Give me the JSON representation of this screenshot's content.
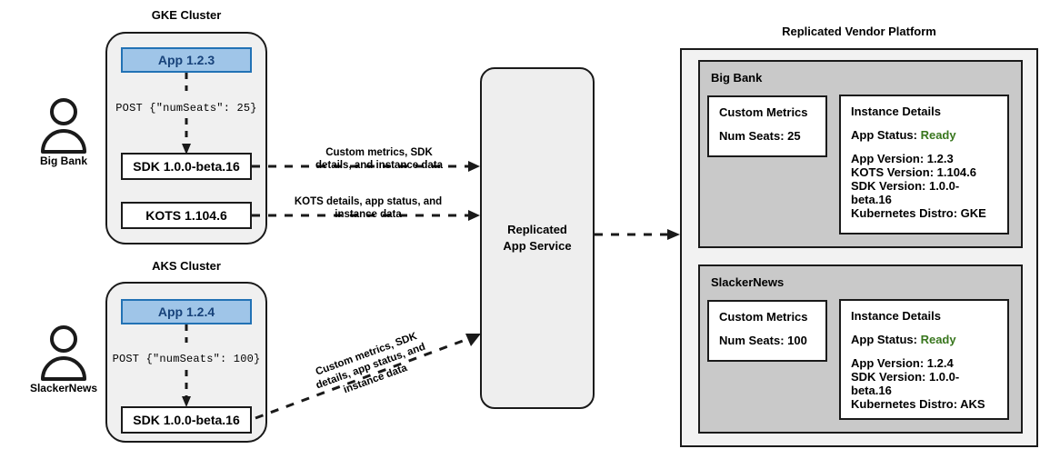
{
  "actors": [
    {
      "name": "Big Bank",
      "icon": "person-icon"
    },
    {
      "name": "SlackerNews",
      "icon": "person-icon"
    }
  ],
  "clusters": [
    {
      "title": "GKE Cluster",
      "app_label": "App 1.2.3",
      "post_label": "POST {\"numSeats\": 25}",
      "components": [
        "SDK 1.0.0-beta.16",
        "KOTS 1.104.6"
      ]
    },
    {
      "title": "AKS Cluster",
      "app_label": "App 1.2.4",
      "post_label": "POST {\"numSeats\": 100}",
      "components": [
        "SDK 1.0.0-beta.16"
      ]
    }
  ],
  "edge_labels": {
    "gke_sdk": "Custom metrics, SDK details, and instance data",
    "gke_kots": "KOTS details, app status, and instance data",
    "aks_sdk": "Custom metrics, SDK details, app status, and instance data"
  },
  "service": {
    "title_line1": "Replicated",
    "title_line2": "App Service"
  },
  "platform": {
    "title": "Replicated Vendor Platform",
    "tenants": [
      {
        "name": "Big Bank",
        "metrics": {
          "header": "Custom Metrics",
          "rows": [
            "Num Seats: 25"
          ]
        },
        "details": {
          "header": "Instance Details",
          "status_label": "App Status:",
          "status_value": "Ready",
          "rows": [
            "App Version: 1.2.3",
            "KOTS Version: 1.104.6",
            "SDK Version: 1.0.0-beta.16",
            "Kubernetes Distro: GKE"
          ]
        }
      },
      {
        "name": "SlackerNews",
        "metrics": {
          "header": "Custom Metrics",
          "rows": [
            "Num Seats: 100"
          ]
        },
        "details": {
          "header": "Instance Details",
          "status_label": "App Status:",
          "status_value": "Ready",
          "rows": [
            "App Version: 1.2.4",
            "SDK Version: 1.0.0-beta.16",
            "Kubernetes Distro: AKS"
          ]
        }
      }
    ]
  },
  "colors": {
    "app_fill": "#9fc5e8",
    "app_border": "#2272b5",
    "app_text": "#17427a",
    "cluster_fill": "#f0f0f0",
    "tenant_fill": "#c9c9c9",
    "platform_fill": "#f2f2f2",
    "status_ready": "#38761d",
    "stroke": "#1a1a1a"
  }
}
